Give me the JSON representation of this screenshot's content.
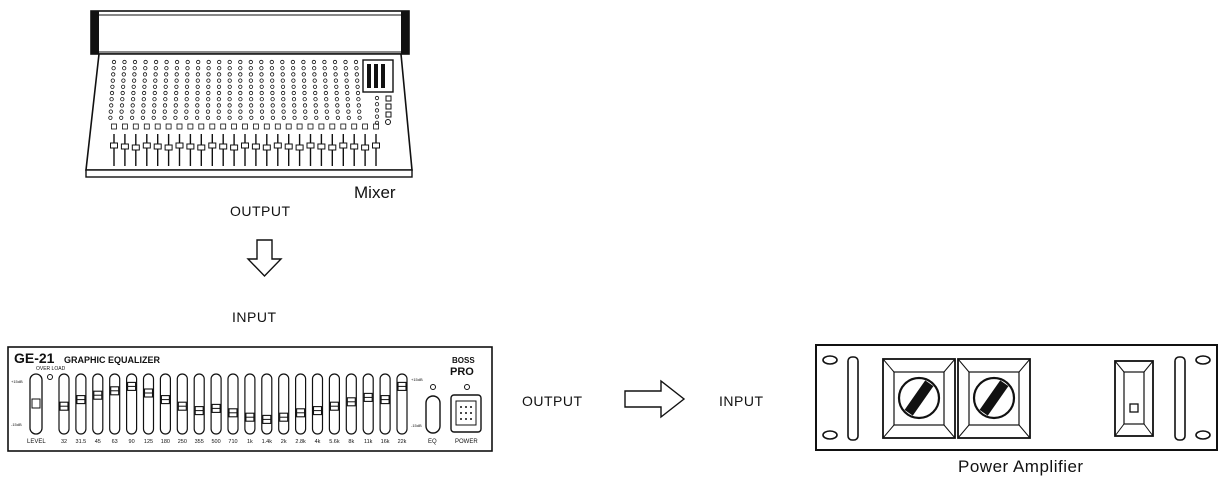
{
  "mixer": {
    "label": "Mixer",
    "output_label": "OUTPUT"
  },
  "equalizer": {
    "input_label": "INPUT",
    "output_label": "OUTPUT",
    "model": "GE-21",
    "title": "GRAPHIC EQUALIZER",
    "brand_top": "BOSS",
    "brand_bottom": "PRO",
    "overload_label": "OVER LOAD",
    "level_label": "LEVEL",
    "eq_label": "EQ",
    "power_label": "POWER",
    "scale_top": "+15dB",
    "scale_bottom": "-15dB",
    "band_labels": [
      "32",
      "31.5",
      "45",
      "63",
      "90",
      "125",
      "180",
      "250",
      "355",
      "500",
      "710",
      "1k",
      "1.4k",
      "2k",
      "2.8k",
      "4k",
      "5.6k",
      "8k",
      "11k",
      "16k",
      "22k"
    ],
    "band_levels": [
      0.45,
      0.6,
      0.7,
      0.8,
      0.9,
      0.75,
      0.6,
      0.45,
      0.35,
      0.4,
      0.3,
      0.2,
      0.15,
      0.2,
      0.3,
      0.35,
      0.45,
      0.55,
      0.65,
      0.6,
      0.9
    ]
  },
  "amplifier": {
    "input_label": "INPUT",
    "label": "Power Amplifier"
  }
}
